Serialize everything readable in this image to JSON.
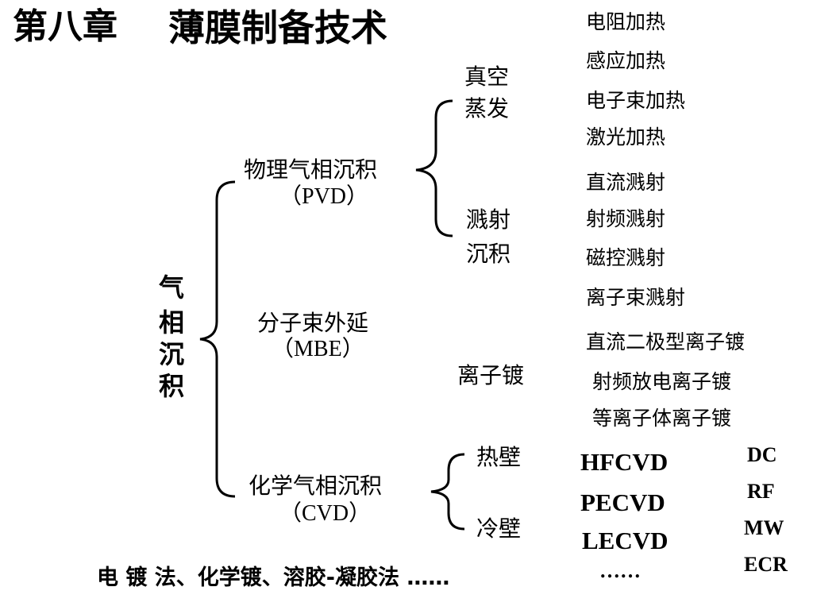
{
  "title": {
    "chapter": "第八章",
    "topic": "薄膜制备技术"
  },
  "root": {
    "chars": [
      "气",
      "相",
      "沉",
      "积"
    ]
  },
  "pvd": {
    "name": "物理气相沉积",
    "abbr": "（PVD）",
    "evaporation": {
      "line1": "真空",
      "line2": "蒸发",
      "methods": [
        "电阻加热",
        "感应加热",
        "电子束加热",
        "激光加热"
      ]
    },
    "sputtering": {
      "line1": "溅射",
      "line2": "沉积",
      "methods": [
        "直流溅射",
        "射频溅射",
        "磁控溅射",
        "离子束溅射"
      ]
    },
    "ion_plating": {
      "label": "离子镀",
      "methods": [
        "直流二极型离子镀",
        "射频放电离子镀",
        "等离子体离子镀"
      ]
    }
  },
  "mbe": {
    "name": "分子束外延",
    "abbr": "（MBE）"
  },
  "cvd": {
    "name": "化学气相沉积",
    "abbr": "（CVD）",
    "hot_wall": "热壁",
    "cold_wall": "冷壁",
    "types": [
      "HFCVD",
      "PECVD",
      "LECVD",
      "……"
    ],
    "plasma_sources": [
      "DC",
      "RF",
      "MW",
      "ECR"
    ]
  },
  "footer": "电 镀 法、化学镀、溶胶-凝胶法 ……"
}
